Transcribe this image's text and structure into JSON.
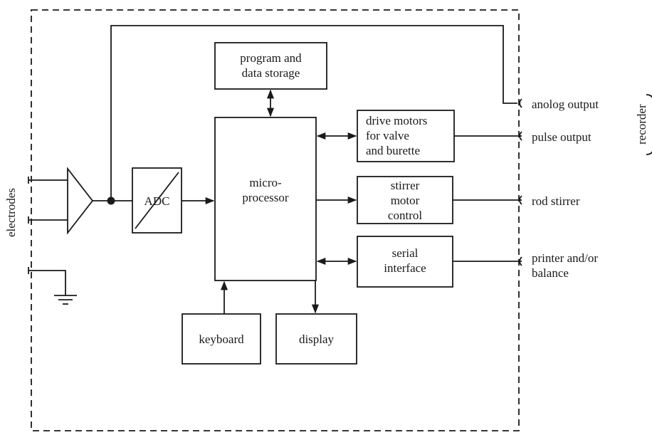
{
  "blocks": {
    "storage": [
      "program and",
      "data storage"
    ],
    "cpu": [
      "micro-",
      "processor"
    ],
    "adc": "ADC",
    "drive": [
      "drive motors",
      "for valve",
      "and burette"
    ],
    "stirrer": [
      "stirrer",
      "motor",
      "control"
    ],
    "serial": [
      "serial",
      "interface"
    ],
    "keyboard": "keyboard",
    "display": "display"
  },
  "outputs": {
    "analog": "anolog output",
    "pulse": "pulse output",
    "rod": "rod stirrer",
    "printer": [
      "printer and/or",
      "balance"
    ]
  },
  "side_labels": {
    "electrodes": "electrodes",
    "recorder": "recorder"
  },
  "colors": {
    "ink": "#1a1a1a",
    "background": "#ffffff"
  }
}
